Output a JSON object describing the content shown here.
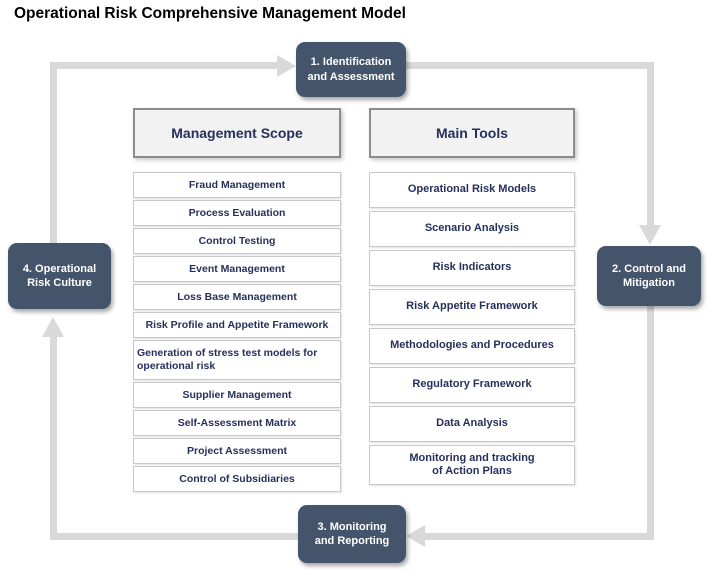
{
  "title": "Operational Risk Comprehensive Management Model",
  "colors": {
    "node_background": "#44546A",
    "node_text": "#FFFFFF",
    "arrow": "#D9D9D9",
    "header_background": "#F2F2F2",
    "header_border": "#8C8C8C",
    "navy_text": "#26305C",
    "item_border": "#C8C8C8",
    "item_background": "#FFFFFF",
    "title_text": "#000000"
  },
  "cycle": {
    "nodes": [
      {
        "label": "1. Identification\nand Assessment"
      },
      {
        "label": "2. Control and\nMitigation"
      },
      {
        "label": "3. Monitoring\nand Reporting"
      },
      {
        "label": "4. Operational\nRisk Culture"
      }
    ]
  },
  "management_scope": {
    "header": "Management Scope",
    "items": [
      "Fraud Management",
      "Process Evaluation",
      "Control Testing",
      "Event Management",
      "Loss Base Management",
      "Risk Profile and Appetite Framework",
      "Generation of stress test models for\noperational risk",
      "Supplier Management",
      "Self-Assessment Matrix",
      "Project Assessment",
      "Control of Subsidiaries"
    ]
  },
  "main_tools": {
    "header": "Main Tools",
    "items": [
      "Operational Risk Models",
      "Scenario Analysis",
      "Risk Indicators",
      "Risk Appetite Framework",
      "Methodologies and Procedures",
      "Regulatory Framework",
      "Data Analysis",
      "Monitoring and tracking\nof Action Plans"
    ]
  }
}
